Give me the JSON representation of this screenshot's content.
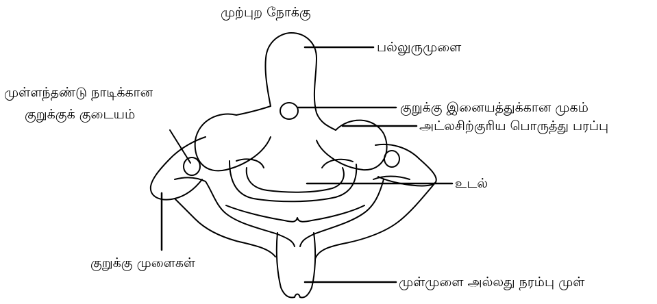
{
  "diagram": {
    "labels": {
      "top": "முற்புற நோக்கு",
      "dens": "பல்லுருமுளை",
      "facet": "குறுக்கு இனையத்துக்கான முகம்",
      "atlas_surface": "அட்லசிற்குரிய பொருத்து பரப்பு",
      "foramen_line1": "முள்ளந்தண்டு நாடிக்கான",
      "foramen_line2": "குறுக்குக் குடையம்",
      "body": "உடல்",
      "transverse": "குறுக்கு முளைகள்",
      "spinous": "முள்முளை அல்லது நரம்பு முள்"
    },
    "colors": {
      "stroke": "#000000",
      "leader": "#000000",
      "background": "#ffffff"
    }
  }
}
